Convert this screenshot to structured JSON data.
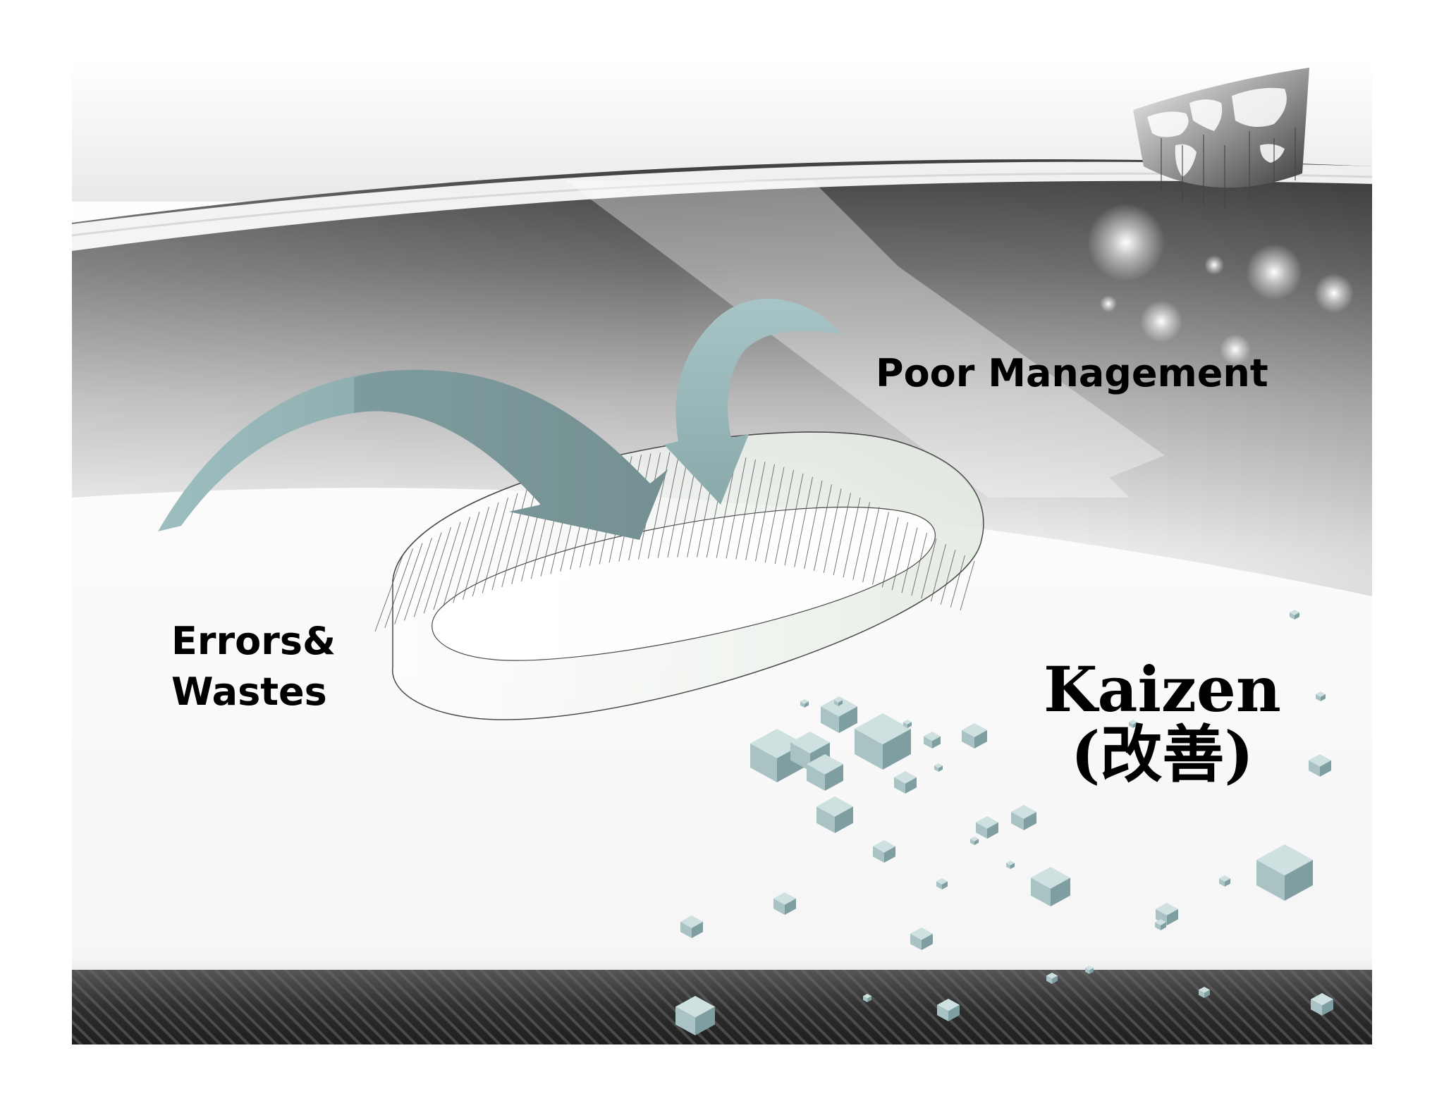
{
  "slide": {
    "labels": {
      "poor_management": "Poor Management",
      "errors_line1": "Errors&",
      "errors_line2": "Wastes",
      "kaizen_title": "Kaizen",
      "kaizen_kanji": "(改善)"
    },
    "colors": {
      "arrow": "#98b8ba",
      "arrow_shadow": "#6f8a8c",
      "cube_light": "#cfe0e1",
      "cube_mid": "#a9c3c5",
      "cube_dark": "#7f9ea1",
      "band_dark": "#2b2b2b",
      "band_stripe": "#444444",
      "banner_gray": "#6a6a6a"
    },
    "icons": {
      "globe": "world-map-globe-icon",
      "ring": "hatched-ring-diagram",
      "cubes": "scattered-cubes-decoration"
    }
  }
}
